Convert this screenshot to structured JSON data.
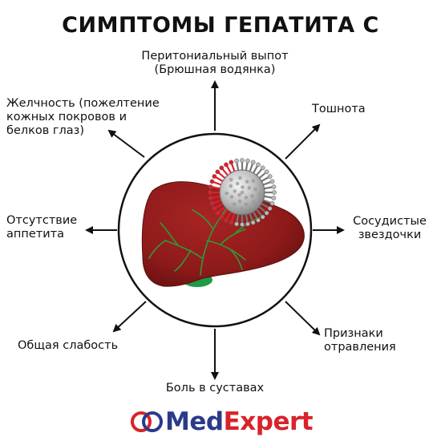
{
  "title": "СИМПТОМЫ ГЕПАТИТА С",
  "symptoms": {
    "top": {
      "line1": "Перитониальный выпот",
      "line2": "(Брюшная водянка)"
    },
    "top_left": {
      "line1": "Желчность (пожелтение",
      "line2": "кожных покровов и",
      "line3": "белков глаз)"
    },
    "top_right": {
      "line1": "Тошнота"
    },
    "left": {
      "line1": "Отсутствие",
      "line2": "аппетита"
    },
    "right": {
      "line1": "Сосудистые",
      "line2": "звездочки"
    },
    "bottom_left": {
      "line1": "Общая слабость"
    },
    "bottom_right": {
      "line1": "Признаки",
      "line2": "отравления"
    },
    "bottom": {
      "line1": "Боль в суставах"
    }
  },
  "logo": {
    "part1": "Med",
    "part2": "Expert"
  },
  "colors": {
    "liver": "#8e1a1a",
    "liver_shadow": "#6e1212",
    "gallbladder": "#1f9a48",
    "veins": "#2f9a3a",
    "virus": "#b9b9b9",
    "virus_spikes_inflamed": "#e01f2a",
    "logo_blue": "#2b3a8a",
    "logo_red": "#d8232a"
  },
  "icons": [
    "liver-illustration",
    "virus-icon",
    "gallbladder-icon",
    "arrow-icon",
    "logo-rings-icon"
  ]
}
